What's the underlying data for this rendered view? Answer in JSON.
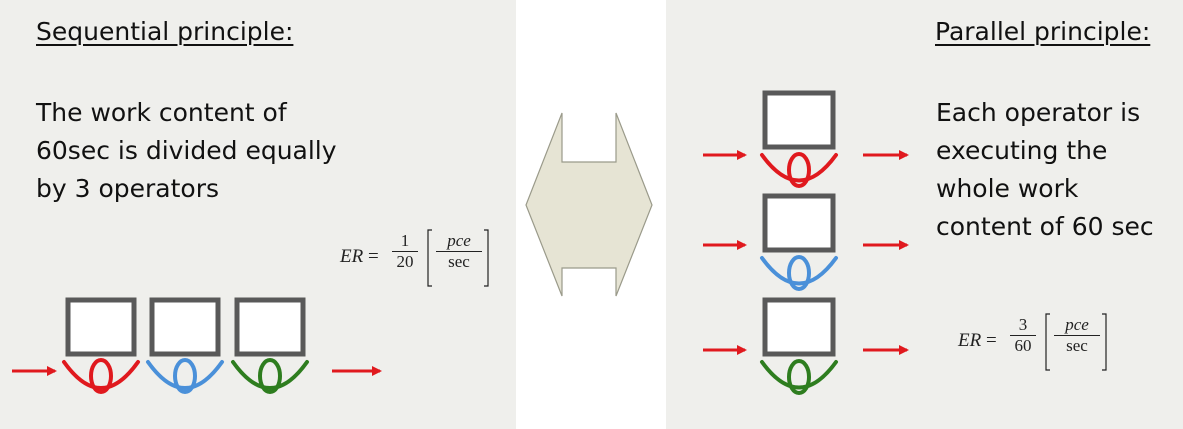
{
  "left": {
    "heading": "Sequential principle:",
    "lines": [
      "The work content of",
      "60sec is divided equally",
      "by 3 operators"
    ],
    "formula": {
      "lhs": "ER",
      "coef_num": "1",
      "coef_den": "20",
      "unit_num": "pce",
      "unit_den": "sec"
    }
  },
  "right": {
    "heading": "Parallel principle:",
    "lines": [
      "Each operator is",
      "executing the",
      "whole work",
      "content of 60 sec"
    ],
    "formula": {
      "lhs": "ER",
      "coef_num": "3",
      "coef_den": "60",
      "unit_num": "pce",
      "unit_den": "sec"
    }
  },
  "colors": {
    "panel": "#efefec",
    "workstation": "#595959",
    "arrow": "#e0191e",
    "operator_red": "#e0191e",
    "operator_blue": "#4a90d9",
    "operator_green": "#2e7d1f",
    "hexagon": "#e6e4d4"
  },
  "icons": [
    "workstation-icon",
    "operator-icon",
    "arrow-icon",
    "double-arrow-hexagon-icon"
  ]
}
